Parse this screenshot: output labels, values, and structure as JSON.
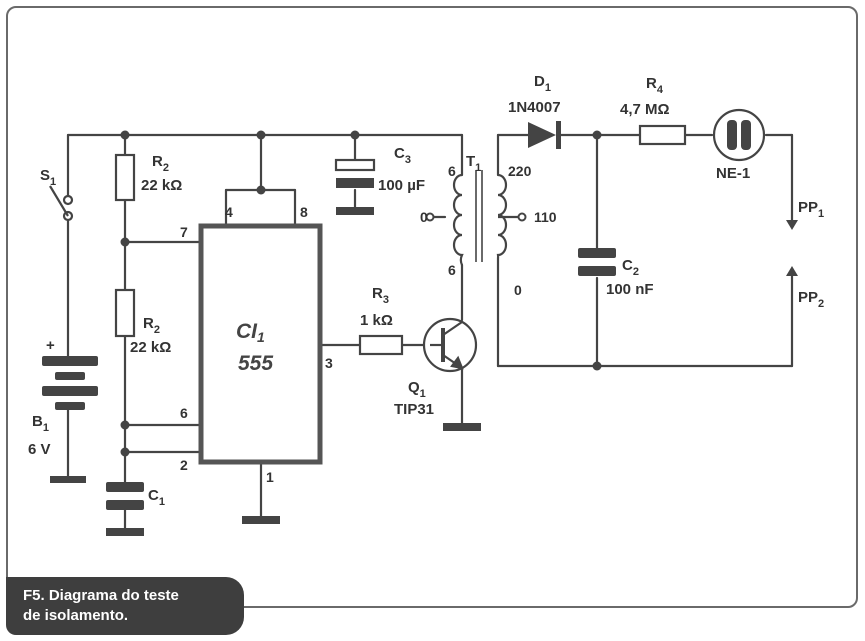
{
  "components": {
    "s1": {
      "name": "S",
      "sub": "1"
    },
    "r2_top": {
      "name": "R",
      "sub": "2",
      "value": "22 kΩ"
    },
    "r2_bottom": {
      "name": "R",
      "sub": "2",
      "value": "22 kΩ"
    },
    "b1": {
      "name": "B",
      "sub": "1",
      "value": "6 V",
      "polarity": "+"
    },
    "c1": {
      "name": "C",
      "sub": "1"
    },
    "ic": {
      "name": "CI",
      "sub": "1",
      "part": "555",
      "pins": {
        "p4": "4",
        "p8": "8",
        "p7": "7",
        "p6": "6",
        "p2": "2",
        "p3": "3",
        "p1": "1"
      }
    },
    "c3": {
      "name": "C",
      "sub": "3",
      "value": "100 µF"
    },
    "r3": {
      "name": "R",
      "sub": "3",
      "value": "1 kΩ"
    },
    "q1": {
      "name": "Q",
      "sub": "1",
      "part": "TIP31"
    },
    "t1": {
      "name": "T",
      "sub": "1",
      "primary_top": "6",
      "primary_mid": "0",
      "primary_bottom": "6",
      "secondary_top": "220",
      "secondary_mid": "110",
      "secondary_bottom": "0"
    },
    "d1": {
      "name": "D",
      "sub": "1",
      "part": "1N4007"
    },
    "r4": {
      "name": "R",
      "sub": "4",
      "value": "4,7 MΩ"
    },
    "ne1": {
      "name": "NE-1"
    },
    "c2": {
      "name": "C",
      "sub": "2",
      "value": "100 nF"
    },
    "pp1": {
      "name": "PP",
      "sub": "1"
    },
    "pp2": {
      "name": "PP",
      "sub": "2"
    }
  },
  "caption": {
    "line1": "F5. Diagrama do teste",
    "line2": "de isolamento."
  }
}
